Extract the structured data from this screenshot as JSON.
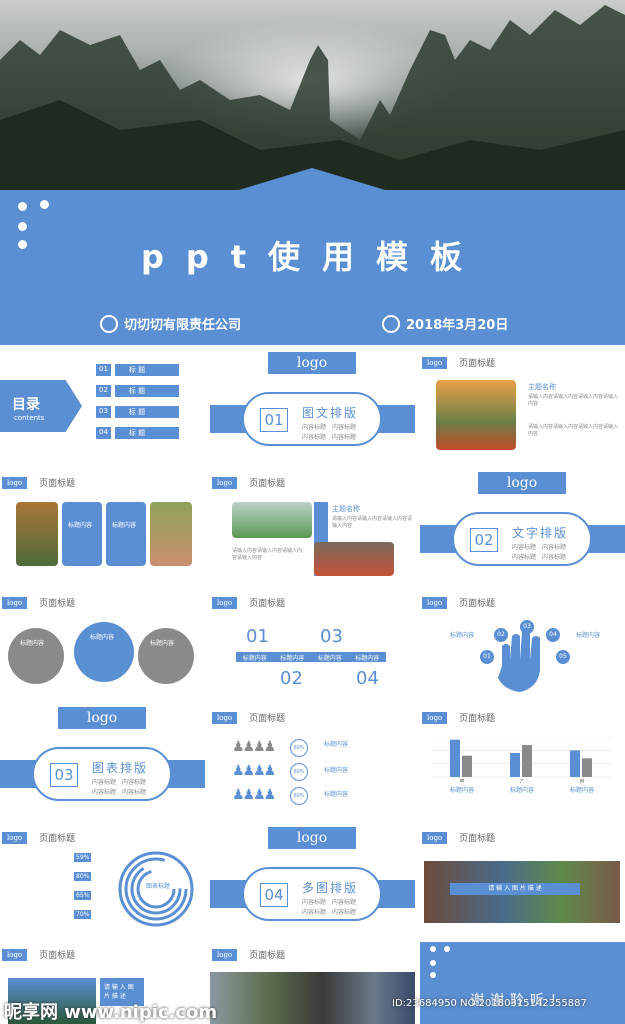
{
  "cover": {
    "title": "ppt使用模板",
    "company": "切切切有限责任公司",
    "date": "2018年3月20日"
  },
  "common": {
    "logo": "logo",
    "page_title": "页面标题"
  },
  "toc": {
    "heading": "目录",
    "sub": "contents",
    "items": [
      {
        "num": "01",
        "label": "标  题"
      },
      {
        "num": "02",
        "label": "标  题"
      },
      {
        "num": "03",
        "label": "标  题"
      },
      {
        "num": "04",
        "label": "标  题"
      }
    ]
  },
  "sections": [
    {
      "num": "01",
      "title": "图文排版"
    },
    {
      "num": "02",
      "title": "文字排版"
    },
    {
      "num": "03",
      "title": "图表排版"
    },
    {
      "num": "04",
      "title": "多图排版"
    }
  ],
  "section_bullets": [
    "内容标题",
    "内容标题",
    "内容标题",
    "内容标题"
  ],
  "text": {
    "theme_name": "主题名称",
    "body": "请输入内容请输入内容请输入内容请输入内容",
    "label_content": "标题内容",
    "chart_title": "图表标题",
    "banner_text": "请 输 入 图 片 描 述"
  },
  "numbers": {
    "grid": [
      "01",
      "03",
      "02",
      "04"
    ],
    "hand": [
      "01",
      "02",
      "03",
      "04",
      "05"
    ],
    "tabs": [
      "标题内容",
      "标题内容",
      "标题内容",
      "标题内容"
    ]
  },
  "stats": {
    "percent_rows": [
      "60%",
      "60%",
      "60%"
    ],
    "ring": [
      "59%",
      "80%",
      "65%",
      "70%"
    ]
  },
  "slide_bar_labels": [
    "标题内容",
    "标题内容",
    "标题内容"
  ],
  "bar_axis": [
    "甲",
    "乙",
    "丙"
  ],
  "ending": "谢谢聆听！",
  "watermark": {
    "left": "昵享网 www.nipic.com",
    "right": "ID:23684950 NO:20180315142355887"
  },
  "chart_data": [
    {
      "type": "bar",
      "title": "",
      "categories": [
        "甲",
        "乙",
        "丙"
      ],
      "series": [
        {
          "values": [
            28,
            18,
            20
          ]
        },
        {
          "values": [
            16,
            24,
            14
          ]
        }
      ],
      "ylim": [
        0,
        30
      ]
    }
  ]
}
